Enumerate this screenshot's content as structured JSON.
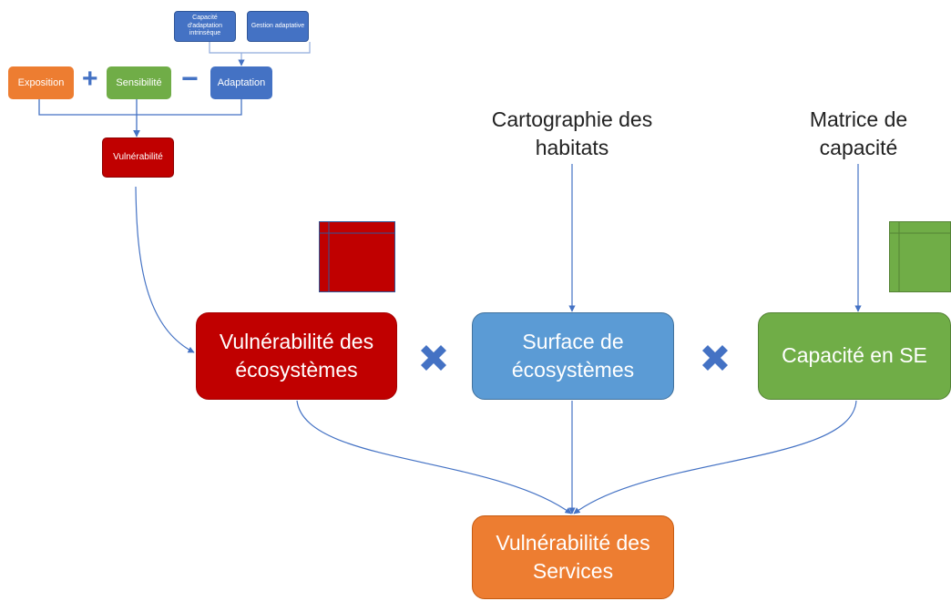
{
  "colors": {
    "blue": "#4472c4",
    "orange": "#ed7d31",
    "green": "#70ad47",
    "red": "#c00000",
    "light_blue": "#5b9bd5",
    "connector": "#4472c4"
  },
  "small_diagram": {
    "capacite_intrinseque": "Capacité d'adaptation intrinsèque",
    "gestion_adaptative": "Gestion adaptative",
    "exposition": "Exposition",
    "plus": "+",
    "sensibilite": "Sensibilité",
    "minus": "−",
    "adaptation": "Adaptation",
    "vulnerabilite": "Vulnérabilité"
  },
  "inputs": {
    "cartographie": "Cartographie des habitats",
    "matrice": "Matrice de capacité"
  },
  "main": {
    "vulnerabilite_ecosystemes": "Vulnérabilité des écosystèmes",
    "surface_ecosystemes": "Surface de écosystèmes",
    "capacite_se": "Capacité en SE",
    "vulnerabilite_services": "Vulnérabilité des Services"
  },
  "icons": [
    "multiply-icon",
    "multiply-icon",
    "red-table-icon",
    "green-table-icon"
  ]
}
